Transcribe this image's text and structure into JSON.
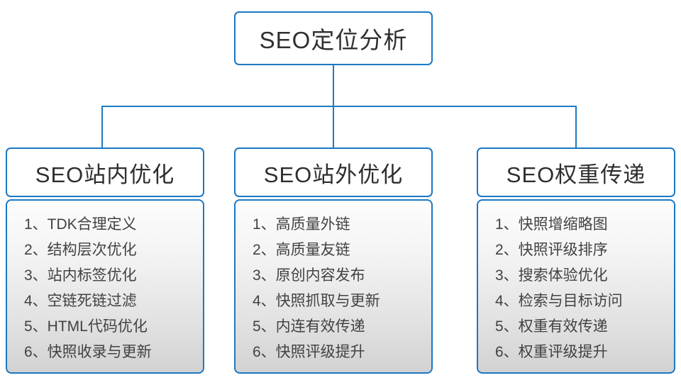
{
  "diagram": {
    "root": {
      "label": "SEO定位分析"
    },
    "branches": [
      {
        "title": "SEO站内优化",
        "items": [
          "1、TDK合理定义",
          "2、结构层次优化",
          "3、站内标签优化",
          "4、空链死链过滤",
          "5、HTML代码优化",
          "6、快照收录与更新"
        ]
      },
      {
        "title": "SEO站外优化",
        "items": [
          "1、高质量外链",
          "2、高质量友链",
          "3、原创内容发布",
          "4、快照抓取与更新",
          "5、内连有效传递",
          "6、快照评级提升"
        ]
      },
      {
        "title": "SEO权重传递",
        "items": [
          "1、快照增缩略图",
          "2、快照评级排序",
          "3、搜索体验优化",
          "4、检索与目标访问",
          "5、权重有效传递",
          "6、权重评级提升"
        ]
      }
    ],
    "colors": {
      "box_border": "#1b78c4",
      "connector": "#1f7bc2",
      "panel_gradient_top": "#fdfdfd",
      "panel_gradient_bottom": "#d2d2d2",
      "header_text": "#2e2e2e",
      "item_text": "#424242"
    }
  }
}
